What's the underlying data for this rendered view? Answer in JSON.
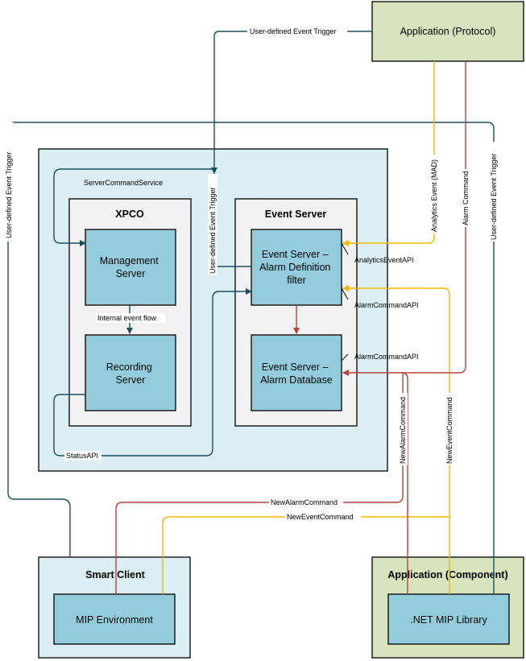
{
  "boxes": {
    "app_protocol": "Application (Protocol)",
    "server_command_service": "ServerCommandService",
    "xpco": "XPCO",
    "event_server": "Event Server",
    "management_server": [
      "Management",
      "Server"
    ],
    "recording_server": [
      "Recording",
      "Server"
    ],
    "alarm_definition_filter": [
      "Event Server –",
      "Alarm Definition",
      "filter"
    ],
    "alarm_database": [
      "Event Server –",
      "Alarm Database"
    ],
    "smart_client": "Smart Client",
    "mip_environment": "MIP Environment",
    "app_component": "Application (Component)",
    "net_mip_library": ".NET MIP Library"
  },
  "labels": {
    "user_defined_trigger_top": "User-defined Event Trigger",
    "user_defined_trigger_left": "User-defined Event Trigger",
    "user_defined_trigger_mid": "User-defined Event Trigger",
    "user_defined_trigger_right": "User-defined Event Trigger",
    "analytics_event": "Analytics Event (MAD)",
    "alarm_command": "Alarm Command",
    "analytics_event_api": "AnalyticsEventAPI",
    "alarm_command_api_1": "AlarmCommandAPI",
    "alarm_command_api_2": "AlarmCommandAPI",
    "internal_event_flow": "Internal event flow",
    "status_api": "StatusAPI",
    "new_alarm_command_v": "NewAlarmCommand",
    "new_event_command_v": "NewEventCommand",
    "new_alarm_command_h": "NewAlarmCommand",
    "new_event_command_h": "NewEventCommand"
  },
  "colors": {
    "teal_line": "#1e4e5e",
    "yellow_line": "#f5b800",
    "red_line": "#b5453a",
    "green_fill": "#d7e4bd",
    "light_blue_fill": "#dbeef3",
    "mid_blue_fill": "#93cddd",
    "grey_fill": "#f2f2f2"
  }
}
